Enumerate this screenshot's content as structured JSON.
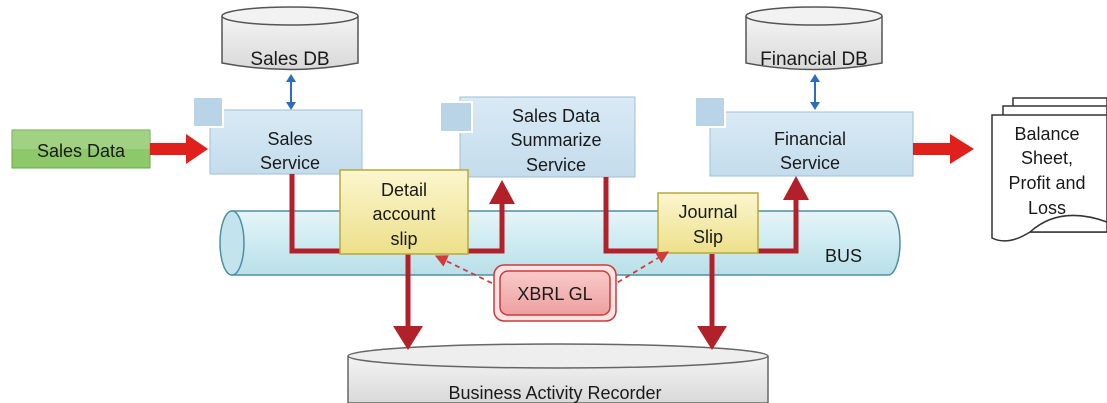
{
  "inputs": {
    "sales_data": "Sales Data"
  },
  "databases": {
    "sales_db": "Sales DB",
    "financial_db": "Financial DB"
  },
  "services": {
    "sales": {
      "line1": "Sales",
      "line2": "Service"
    },
    "summarize": {
      "line1": "Sales Data",
      "line2": "Summarize",
      "line3": "Service"
    },
    "financial": {
      "line1": "Financial",
      "line2": "Service"
    }
  },
  "slips": {
    "detail": {
      "line1": "Detail",
      "line2": "account",
      "line3": "slip"
    },
    "journal": {
      "line1": "Journal",
      "line2": "Slip"
    }
  },
  "bus": {
    "label": "BUS"
  },
  "xbrl": {
    "label": "XBRL GL"
  },
  "recorder": {
    "label": "Business Activity Recorder"
  },
  "output": {
    "line1": "Balance",
    "line2": "Sheet,",
    "line3": "Profit and",
    "line4": "Loss"
  },
  "colors": {
    "flow_arrow": "#e0201b",
    "bus_arrow": "#b2202a",
    "db_link": "#2a6ebd",
    "service_fill": "#cfe3f0",
    "slip_fill": "#f8f0b0",
    "bus_fill": "#d6eef3",
    "input_fill": "#8dc96a",
    "xbrl_fill": "#f4b8b8"
  }
}
